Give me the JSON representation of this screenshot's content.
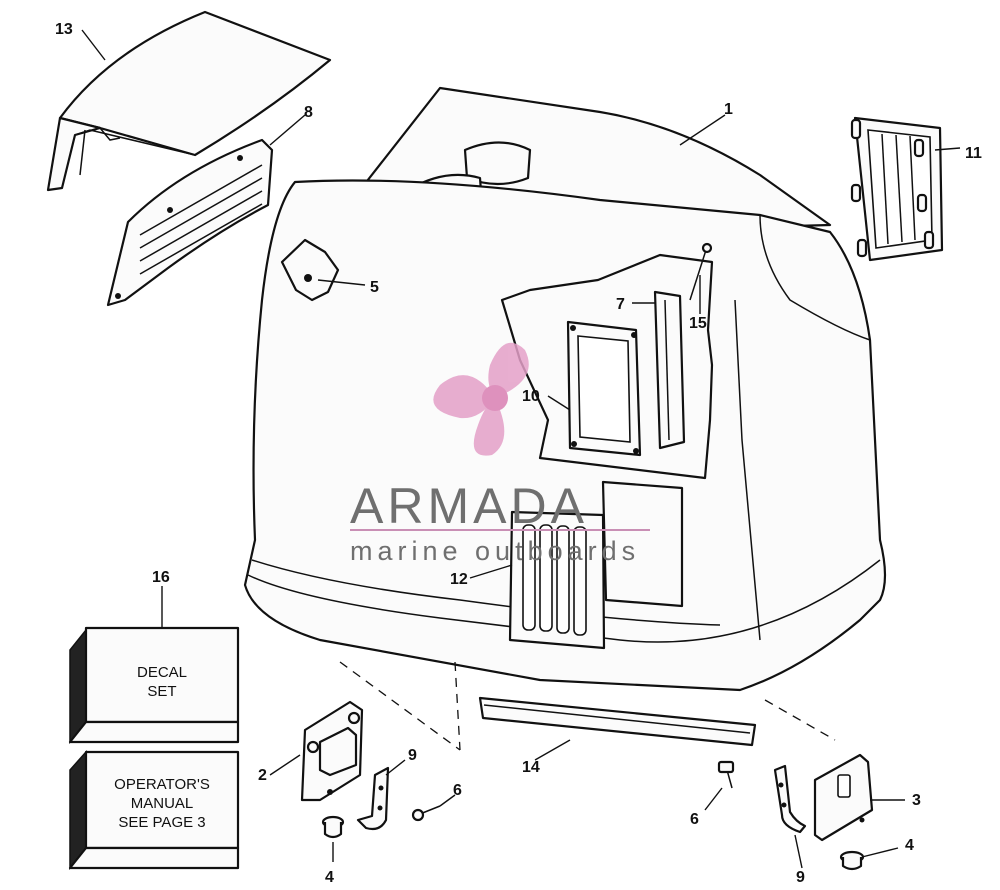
{
  "callouts": {
    "c1": "1",
    "c2": "2",
    "c3": "3",
    "c4a": "4",
    "c4b": "4",
    "c5": "5",
    "c6a": "6",
    "c6b": "6",
    "c7": "7",
    "c8": "8",
    "c9a": "9",
    "c9b": "9",
    "c10": "10",
    "c11": "11",
    "c12": "12",
    "c13": "13",
    "c14": "14",
    "c15": "15",
    "c16": "16"
  },
  "decal_set": {
    "line1": "DECAL",
    "line2": "SET"
  },
  "operators_manual": {
    "line1": "OPERATOR'S",
    "line2": "MANUAL",
    "line3": "SEE PAGE 3"
  },
  "watermark": {
    "title": "ARMADA",
    "subtitle": "marine outboards",
    "logo_icon": "propeller-logo-icon",
    "accent_color": "#e4a0c8"
  }
}
